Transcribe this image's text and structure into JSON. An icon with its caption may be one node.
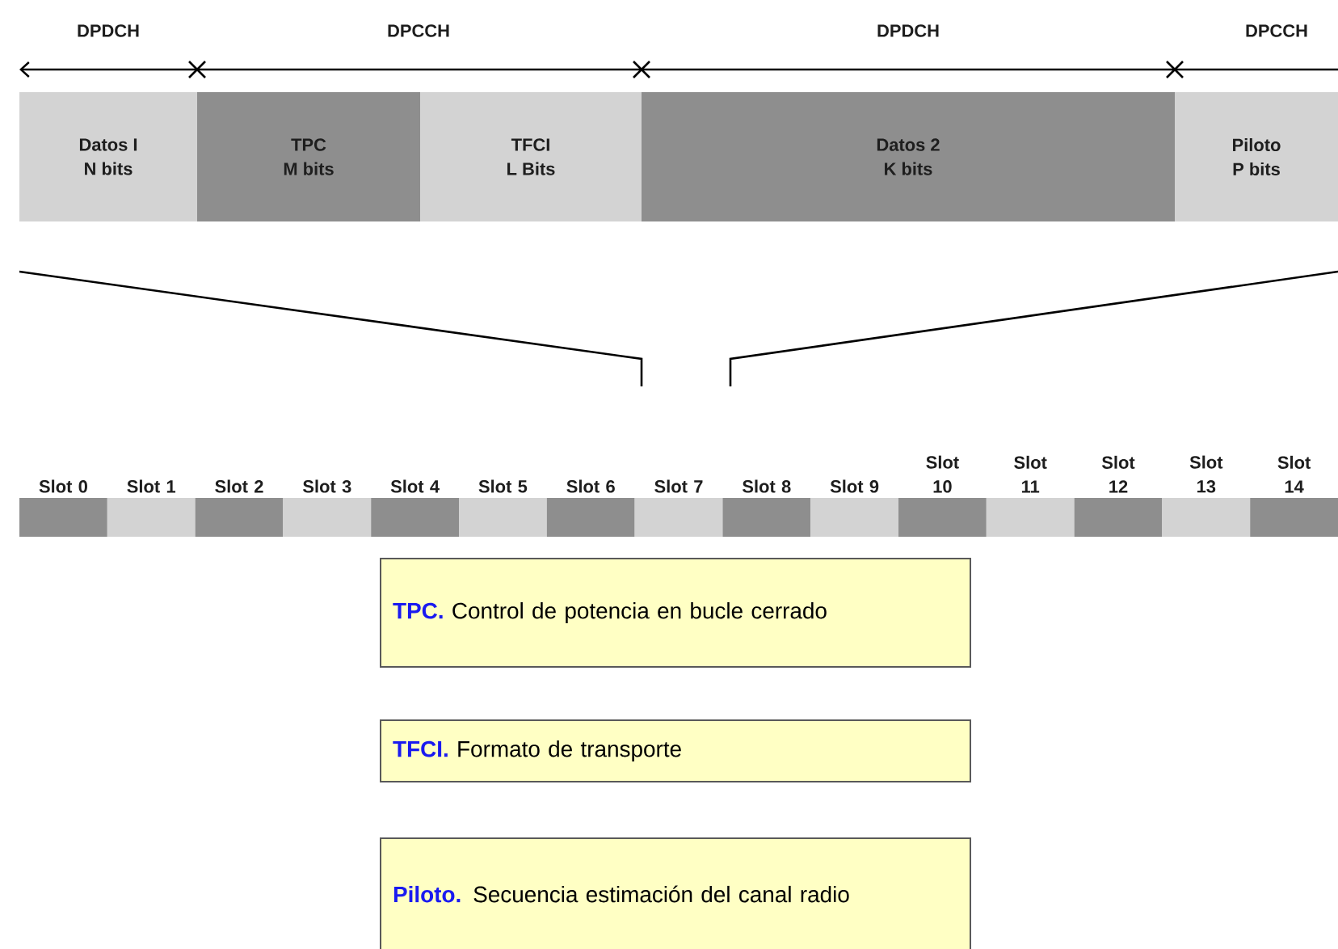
{
  "diagram": {
    "nodes": [
      {
        "text": [
          "Datos I",
          "N bits"
        ]
      },
      {
        "text": [
          "TPC",
          "M bits"
        ]
      },
      {
        "text": [
          "TFCI",
          "L Bits"
        ]
      },
      {
        "text": [
          "Datos 2",
          "K bits"
        ]
      },
      {
        "text": [
          "Piloto",
          "P bits"
        ]
      },
      {
        "text": [
          "Slot 0"
        ]
      },
      {
        "text": [
          "Slot 1"
        ]
      },
      {
        "text": [
          "Slot 2"
        ]
      },
      {
        "text": [
          "Slot 3"
        ]
      },
      {
        "text": [
          "Slot 4"
        ]
      },
      {
        "text": [
          "Slot 5"
        ]
      },
      {
        "text": [
          "Slot 6"
        ]
      },
      {
        "text": [
          "Slot 7"
        ]
      },
      {
        "text": [
          "Slot 8"
        ]
      },
      {
        "text": [
          "Slot 9"
        ]
      },
      {
        "text": [
          "Slot 10"
        ]
      },
      {
        "text": [
          "Slot 11"
        ]
      },
      {
        "text": [
          "Slot 12"
        ]
      },
      {
        "text": [
          "Slot 13"
        ]
      },
      {
        "text": [
          "Slot 14"
        ]
      },
      {
        "text": [
          "TPC.",
          "Control de potencia en bucle cerrado"
        ]
      },
      {
        "text": [
          "TFCI.",
          "Formato de transporte"
        ]
      },
      {
        "text": [
          "Piloto.",
          "Secuencia estimación del canal radio"
        ]
      }
    ],
    "labels": [
      "DPDCH",
      "DPCCH",
      "DPDCH",
      "DPCCH"
    ]
  }
}
